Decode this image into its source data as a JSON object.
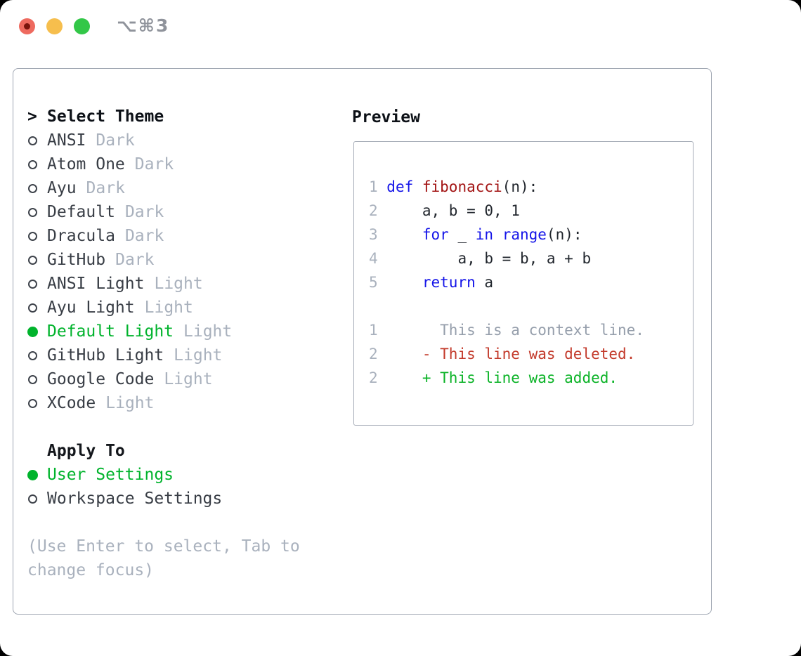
{
  "titlebar": {
    "shortcut": "⌥⌘3"
  },
  "colors": {
    "selected_green": "#00b32c",
    "keyword_blue": "#1414e8",
    "function_red": "#a31515",
    "deleted_red": "#c33a2b",
    "added_green": "#0bb327",
    "muted_gray": "#a9b1bd",
    "panel_border": "#9fa6b2",
    "traffic_red": "#ee6a5f",
    "traffic_yellow": "#f6be4d",
    "traffic_green": "#33c748"
  },
  "theme_list": {
    "cursor": ">",
    "header": "Select Theme",
    "items": [
      {
        "name": "ANSI",
        "variant": "Dark",
        "selected": false
      },
      {
        "name": "Atom One",
        "variant": "Dark",
        "selected": false
      },
      {
        "name": "Ayu",
        "variant": "Dark",
        "selected": false
      },
      {
        "name": "Default",
        "variant": "Dark",
        "selected": false
      },
      {
        "name": "Dracula",
        "variant": "Dark",
        "selected": false
      },
      {
        "name": "GitHub",
        "variant": "Dark",
        "selected": false
      },
      {
        "name": "ANSI Light",
        "variant": "Light",
        "selected": false
      },
      {
        "name": "Ayu Light",
        "variant": "Light",
        "selected": false
      },
      {
        "name": "Default Light",
        "variant": "Light",
        "selected": true
      },
      {
        "name": "GitHub Light",
        "variant": "Light",
        "selected": false
      },
      {
        "name": "Google Code",
        "variant": "Light",
        "selected": false
      },
      {
        "name": "XCode",
        "variant": "Light",
        "selected": false
      }
    ]
  },
  "apply_to": {
    "header": "Apply To",
    "items": [
      {
        "name": "User Settings",
        "selected": true
      },
      {
        "name": "Workspace Settings",
        "selected": false
      }
    ]
  },
  "help": {
    "line1": "(Use Enter to select, Tab to",
    "line2": "change focus)"
  },
  "preview": {
    "label": "Preview",
    "lines": [
      [
        {
          "t": "1 ",
          "c": "num"
        },
        {
          "t": "def ",
          "c": "kw"
        },
        {
          "t": "fibonacci",
          "c": "fn"
        },
        {
          "t": "(n):",
          "c": "txt"
        }
      ],
      [
        {
          "t": "2 ",
          "c": "num"
        },
        {
          "t": "    a, b = 0, 1",
          "c": "txt"
        }
      ],
      [
        {
          "t": "3 ",
          "c": "num"
        },
        {
          "t": "    ",
          "c": "txt"
        },
        {
          "t": "for",
          "c": "kw"
        },
        {
          "t": " _ ",
          "c": "txt"
        },
        {
          "t": "in",
          "c": "kw"
        },
        {
          "t": " ",
          "c": "txt"
        },
        {
          "t": "range",
          "c": "kw"
        },
        {
          "t": "(n):",
          "c": "txt"
        }
      ],
      [
        {
          "t": "4 ",
          "c": "num"
        },
        {
          "t": "        a, b = b, a + b",
          "c": "txt"
        }
      ],
      [
        {
          "t": "5 ",
          "c": "num"
        },
        {
          "t": "    ",
          "c": "txt"
        },
        {
          "t": "return",
          "c": "kw"
        },
        {
          "t": " a",
          "c": "txt"
        }
      ],
      [],
      [
        {
          "t": "1 ",
          "c": "num"
        },
        {
          "t": "      This is a context line.",
          "c": "ctx"
        }
      ],
      [
        {
          "t": "2 ",
          "c": "num"
        },
        {
          "t": "    - This line was deleted.",
          "c": "del"
        }
      ],
      [
        {
          "t": "2 ",
          "c": "num"
        },
        {
          "t": "    + This line was added.",
          "c": "add"
        }
      ]
    ]
  }
}
